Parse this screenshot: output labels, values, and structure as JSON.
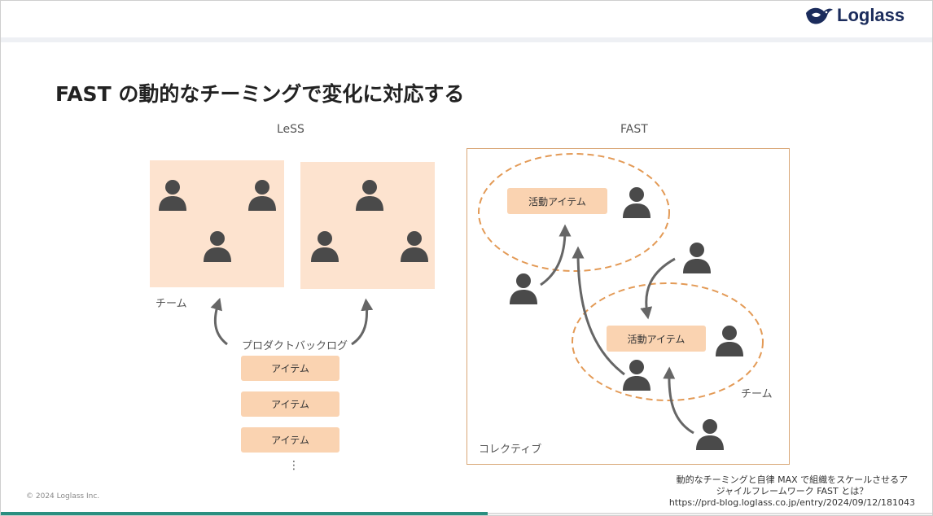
{
  "brand": {
    "name": "Loglass"
  },
  "slide": {
    "title": "FAST の動的なチーミングで変化に対応する"
  },
  "less": {
    "heading": "LeSS",
    "team_label": "チーム",
    "backlog_label": "プロダクトバックログ",
    "items": [
      "アイテム",
      "アイテム",
      "アイテム"
    ],
    "ellipsis": "⋮"
  },
  "fast": {
    "heading": "FAST",
    "activity_items": [
      "活動アイテム",
      "活動アイテム"
    ],
    "team_label": "チーム",
    "collective_label": "コレクティブ"
  },
  "footer": {
    "copyright": "© 2024 Loglass Inc.",
    "reference_lines": [
      "動的なチーミングと自律 MAX で組織をスケールさせるア",
      "ジャイルフレームワーク FAST とは？",
      "https://prd-blog.loglass.co.jp/entry/2024/09/12/181043"
    ]
  },
  "colors": {
    "team_box": "#fde3cf",
    "item_box": "#fad3b1",
    "dashed_ellipse": "#e39a56",
    "person": "#4a4a4a",
    "accent_bar": "#2a8f80"
  },
  "icons": [
    "person-icon",
    "arrow-icon",
    "logo-bird-icon"
  ]
}
